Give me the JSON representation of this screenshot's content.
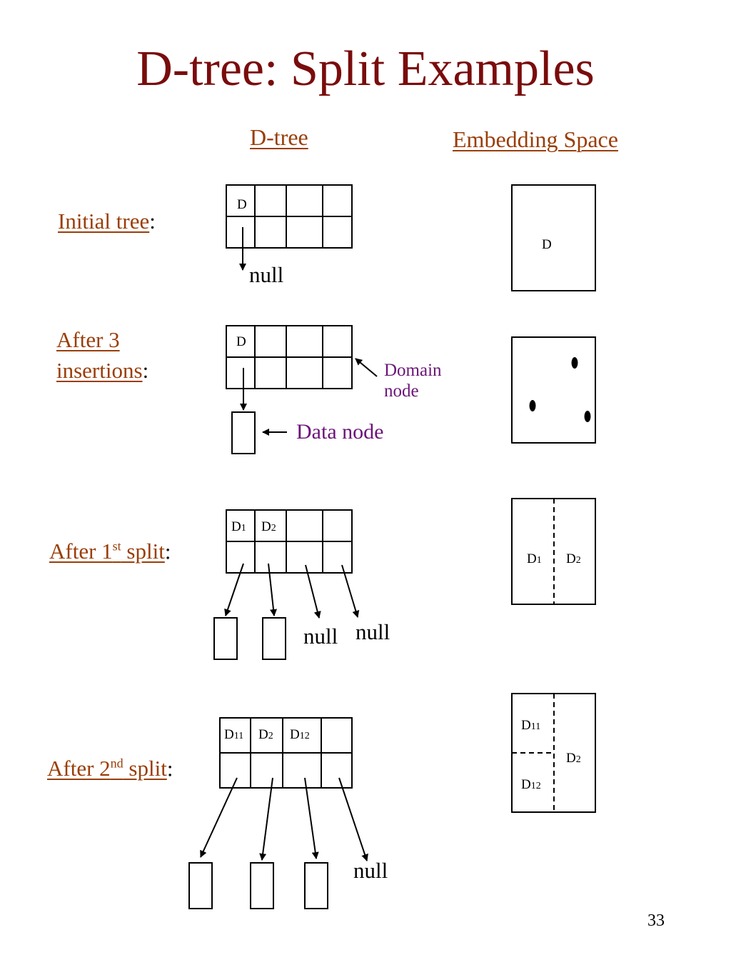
{
  "title": "D-tree: Split Examples",
  "headers": {
    "left": "D-tree",
    "right": "Embedding Space"
  },
  "rows": {
    "initial": {
      "label": "Initial tree",
      "colon": ":"
    },
    "after3": {
      "label_line1": "After 3",
      "label_line2": "insertions",
      "colon": ":"
    },
    "split1": {
      "label_pre": "After 1",
      "label_sup": "st",
      "label_post": " split",
      "colon": ":"
    },
    "split2": {
      "label_pre": "After 2",
      "label_sup": "nd",
      "label_post": " split",
      "colon": ":"
    }
  },
  "annotations": {
    "domain_line1": "Domain",
    "domain_line2": "node",
    "data_node": "Data node"
  },
  "null_text": "null",
  "cells": {
    "d": "D",
    "d_letter": "D",
    "sub1": "1",
    "sub2": "2",
    "sub11": "11",
    "sub12": "12"
  },
  "page_number": "33",
  "colors": {
    "title": "#7a0c0c",
    "heading": "#9a3d08",
    "annotation": "#6b1479"
  }
}
